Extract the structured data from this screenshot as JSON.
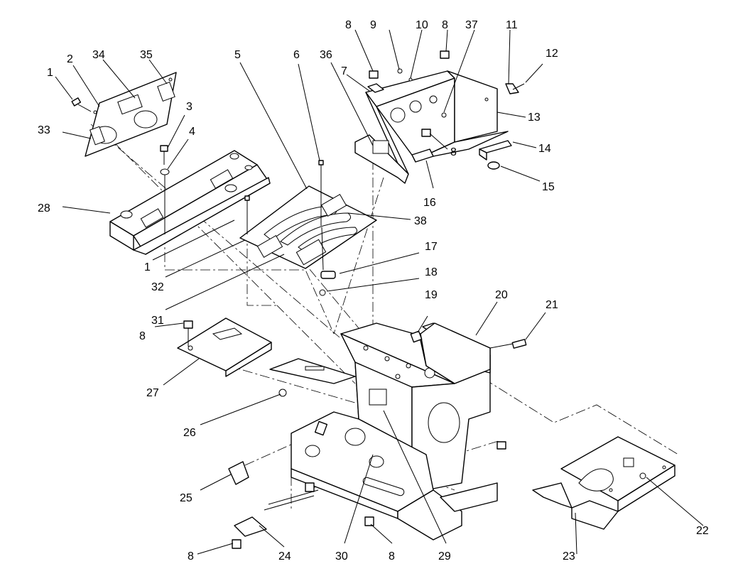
{
  "callouts": [
    {
      "id": "c1a",
      "text": "1"
    },
    {
      "id": "c1b",
      "text": "1"
    },
    {
      "id": "c2",
      "text": "2"
    },
    {
      "id": "c3",
      "text": "3"
    },
    {
      "id": "c4",
      "text": "4"
    },
    {
      "id": "c5",
      "text": "5"
    },
    {
      "id": "c6",
      "text": "6"
    },
    {
      "id": "c7",
      "text": "7"
    },
    {
      "id": "c8a",
      "text": "8"
    },
    {
      "id": "c8b",
      "text": "8"
    },
    {
      "id": "c8c",
      "text": "8"
    },
    {
      "id": "c8d",
      "text": "8"
    },
    {
      "id": "c8e",
      "text": "8"
    },
    {
      "id": "c8f",
      "text": "8"
    },
    {
      "id": "c9",
      "text": "9"
    },
    {
      "id": "c10",
      "text": "10"
    },
    {
      "id": "c11",
      "text": "11"
    },
    {
      "id": "c12",
      "text": "12"
    },
    {
      "id": "c13",
      "text": "13"
    },
    {
      "id": "c14",
      "text": "14"
    },
    {
      "id": "c15",
      "text": "15"
    },
    {
      "id": "c16",
      "text": "16"
    },
    {
      "id": "c17",
      "text": "17"
    },
    {
      "id": "c18",
      "text": "18"
    },
    {
      "id": "c19",
      "text": "19"
    },
    {
      "id": "c20",
      "text": "20"
    },
    {
      "id": "c21",
      "text": "21"
    },
    {
      "id": "c22",
      "text": "22"
    },
    {
      "id": "c23",
      "text": "23"
    },
    {
      "id": "c24",
      "text": "24"
    },
    {
      "id": "c25",
      "text": "25"
    },
    {
      "id": "c26",
      "text": "26"
    },
    {
      "id": "c27",
      "text": "27"
    },
    {
      "id": "c28",
      "text": "28"
    },
    {
      "id": "c29",
      "text": "29"
    },
    {
      "id": "c30",
      "text": "30"
    },
    {
      "id": "c31",
      "text": "31"
    },
    {
      "id": "c32",
      "text": "32"
    },
    {
      "id": "c33",
      "text": "33"
    },
    {
      "id": "c34",
      "text": "34"
    },
    {
      "id": "c35",
      "text": "35"
    },
    {
      "id": "c36",
      "text": "36"
    },
    {
      "id": "c37",
      "text": "37"
    },
    {
      "id": "c38",
      "text": "38"
    }
  ]
}
